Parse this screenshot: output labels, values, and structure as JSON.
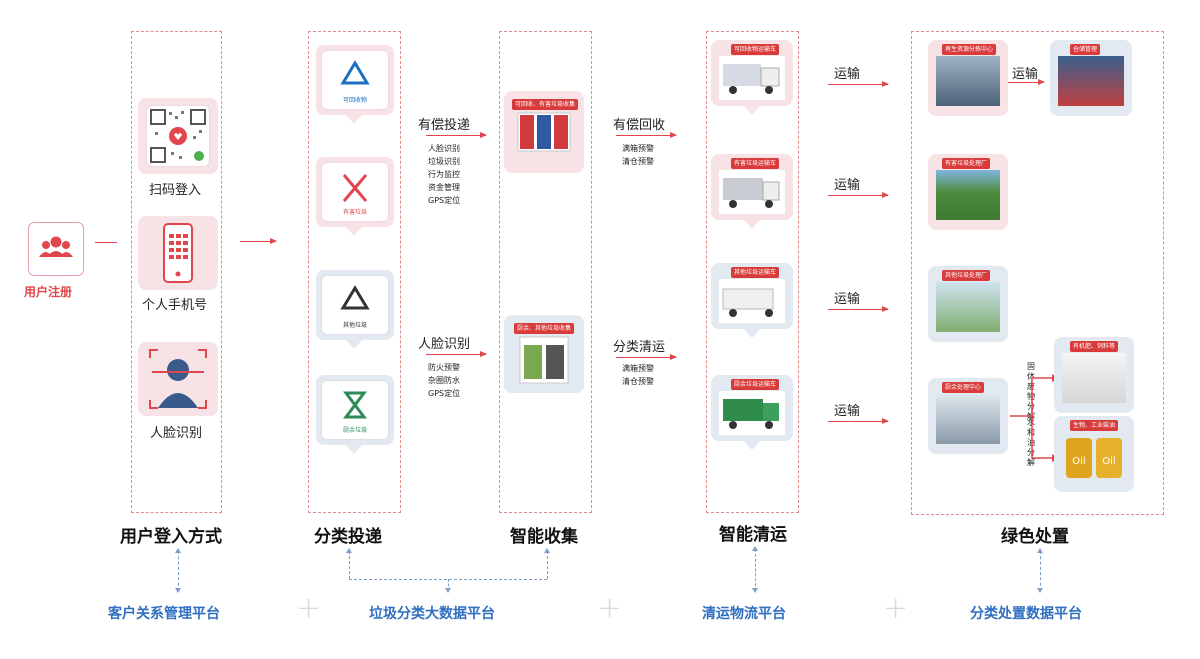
{
  "user_register": {
    "label": "用户注册"
  },
  "login_methods": [
    {
      "label": "扫码登入"
    },
    {
      "label": "个人手机号"
    },
    {
      "label": "人脸识别"
    }
  ],
  "waste_types": [
    {
      "caption": "可回收物"
    },
    {
      "caption": "有害垃圾"
    },
    {
      "caption": "其他垃圾"
    },
    {
      "caption": "厨余垃圾"
    }
  ],
  "delivery": [
    {
      "title": "有偿投递",
      "items": [
        "人脸识别",
        "垃圾识别",
        "行为监控",
        "资金管理",
        "GPS定位"
      ]
    },
    {
      "title": "人脸识别",
      "items": [
        "防火预警",
        "杂圈防水",
        "GPS定位"
      ]
    }
  ],
  "collection": [
    {
      "tag": "可回收、有害垃圾收集"
    },
    {
      "tag": "厨余、其他垃圾收集"
    }
  ],
  "recycle": [
    {
      "title": "有偿回收",
      "items": [
        "满箱预警",
        "清仓预警"
      ]
    },
    {
      "title": "分类清运",
      "items": [
        "满箱预警",
        "清仓预警"
      ]
    }
  ],
  "trucks": [
    {
      "tag": "可回收物运输车"
    },
    {
      "tag": "有害垃圾运输车"
    },
    {
      "tag": "其他垃圾运输车"
    },
    {
      "tag": "厨余垃圾运输车"
    }
  ],
  "transport_label": "运输",
  "disposal": {
    "top_left_tag": "再生资源分拣中心",
    "top_right_tag": "仓储管理",
    "landfill_tag": "有害垃圾处理厂",
    "incineration_tag": "其他垃圾处理厂",
    "kitchen_tag": "厨余处理中心",
    "solid_tag": "有机肥、饲料等",
    "oil_tag": "生物、工业柴油",
    "solid_split_text": "固体废物分解",
    "water_split_text": "水和油分解",
    "oil_text": "Oil"
  },
  "column_titles": [
    "用户登入方式",
    "分类投递",
    "智能收集",
    "智能清运",
    "绿色处置"
  ],
  "platforms": [
    "客户关系管理平台",
    "垃圾分类大数据平台",
    "清运物流平台",
    "分类处置数据平台"
  ],
  "colors": {
    "accent_red": "#e0474c",
    "platform_blue": "#2f6ec0",
    "card_pink": "#f7e3e5",
    "card_blue": "#e3e9f1"
  }
}
